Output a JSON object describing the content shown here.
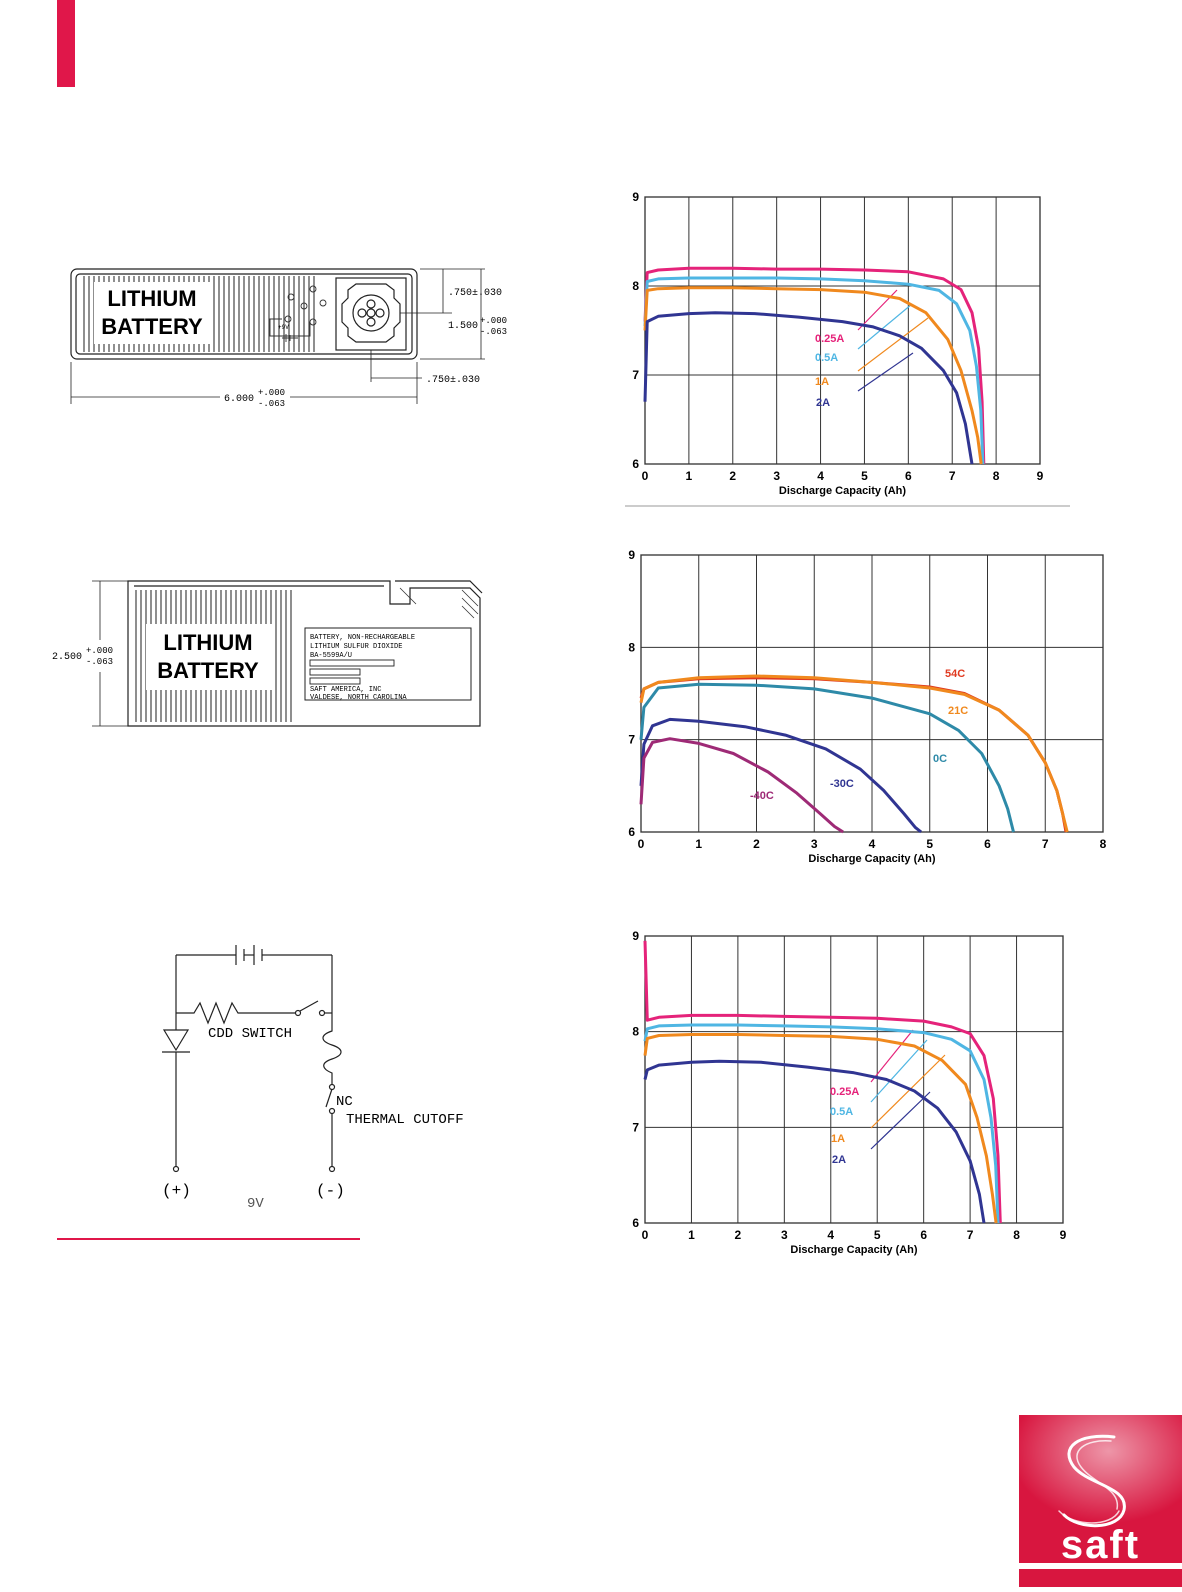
{
  "drawing_top": {
    "label_line1": "LITHIUM",
    "label_line2": "BATTERY",
    "dim_offset": ".750±.030",
    "dim_height_nominal": "1.500",
    "dim_height_tol_plus": "+.000",
    "dim_height_tol_minus": "-.063",
    "dim_connector": ".750±.030",
    "dim_length_nominal": "6.000",
    "dim_length_tol_plus": "+.000",
    "dim_length_tol_minus": "-.063",
    "pin_voltage": "+9V"
  },
  "drawing_side": {
    "label_line1": "LITHIUM",
    "label_line2": "BATTERY",
    "dim_height_nominal": "2.500",
    "dim_height_tol_plus": "+.000",
    "dim_height_tol_minus": "-.063",
    "plate_line1": "BATTERY, NON-RECHARGEABLE",
    "plate_line2": "LITHIUM SULFUR DIOXIDE",
    "plate_line3": "BA-5599A/U",
    "plate_line4": "SAFT AMERICA, INC",
    "plate_line5": "VALDESE, NORTH CAROLINA"
  },
  "schematic": {
    "switch_label": "CDD SWITCH",
    "nc_label": "NC",
    "cutoff_label": "THERMAL CUTOFF",
    "plus_terminal": "(+)",
    "minus_terminal": "(-)",
    "voltage": "9V"
  },
  "brand": {
    "name": "saft",
    "accent": "#e0174a"
  },
  "chart_data": [
    {
      "type": "line",
      "xlabel": "Discharge Capacity (Ah)",
      "xticks": [
        0,
        1,
        2,
        3,
        4,
        5,
        6,
        7,
        8,
        9
      ],
      "yticks": [
        6,
        7,
        8,
        9
      ],
      "xlim": [
        0,
        9
      ],
      "ylim": [
        6,
        9
      ],
      "grid": true,
      "series": [
        {
          "name": "0.25A",
          "color": "#e5237a",
          "x": [
            0,
            0.05,
            0.3,
            1,
            2,
            3,
            4,
            5,
            6,
            6.8,
            7.2,
            7.45,
            7.6,
            7.68,
            7.72
          ],
          "y": [
            7.6,
            8.15,
            8.18,
            8.2,
            8.2,
            8.19,
            8.19,
            8.18,
            8.16,
            8.08,
            7.96,
            7.7,
            7.3,
            6.7,
            6.0
          ]
        },
        {
          "name": "0.5A",
          "color": "#4fb6e3",
          "x": [
            0,
            0.05,
            0.3,
            1,
            2,
            3,
            4,
            5,
            6,
            6.7,
            7.1,
            7.4,
            7.55,
            7.65,
            7.7
          ],
          "y": [
            7.55,
            8.05,
            8.08,
            8.09,
            8.09,
            8.09,
            8.08,
            8.06,
            8.02,
            7.95,
            7.8,
            7.5,
            7.1,
            6.6,
            6.0
          ]
        },
        {
          "name": "1A",
          "color": "#f0891e",
          "x": [
            0,
            0.05,
            0.3,
            1,
            2,
            3,
            4,
            5,
            5.8,
            6.4,
            6.9,
            7.2,
            7.45,
            7.58,
            7.66
          ],
          "y": [
            7.5,
            7.95,
            7.97,
            7.98,
            7.98,
            7.97,
            7.96,
            7.93,
            7.86,
            7.7,
            7.4,
            7.05,
            6.6,
            6.3,
            6.0
          ]
        },
        {
          "name": "2A",
          "color": "#303592",
          "x": [
            0,
            0.05,
            0.3,
            1,
            1.6,
            2.5,
            3.5,
            4.5,
            5.2,
            5.8,
            6.3,
            6.8,
            7.1,
            7.3,
            7.45
          ],
          "y": [
            6.7,
            7.6,
            7.66,
            7.69,
            7.7,
            7.69,
            7.65,
            7.6,
            7.54,
            7.44,
            7.3,
            7.05,
            6.8,
            6.45,
            6.0
          ]
        }
      ]
    },
    {
      "type": "line",
      "xlabel": "Discharge Capacity (Ah)",
      "xticks": [
        0,
        1,
        2,
        3,
        4,
        5,
        6,
        7,
        8
      ],
      "yticks": [
        6,
        7,
        8,
        9
      ],
      "xlim": [
        0,
        8
      ],
      "ylim": [
        6,
        9
      ],
      "grid": true,
      "series": [
        {
          "name": "54C",
          "color": "#e03a20",
          "x": [
            0,
            0.05,
            0.3,
            1,
            2,
            3,
            4,
            5,
            5.6,
            6.2,
            6.7,
            7.0,
            7.2,
            7.3,
            7.36
          ],
          "y": [
            7.45,
            7.55,
            7.62,
            7.66,
            7.67,
            7.66,
            7.62,
            7.57,
            7.5,
            7.32,
            7.05,
            6.75,
            6.45,
            6.2,
            6.0
          ]
        },
        {
          "name": "21C",
          "color": "#f0891e",
          "x": [
            0,
            0.05,
            0.3,
            1,
            2,
            3,
            4,
            5,
            5.6,
            6.2,
            6.7,
            7.0,
            7.2,
            7.3,
            7.38
          ],
          "y": [
            7.4,
            7.55,
            7.62,
            7.67,
            7.69,
            7.67,
            7.62,
            7.56,
            7.49,
            7.32,
            7.05,
            6.75,
            6.45,
            6.2,
            6.0
          ]
        },
        {
          "name": "0C",
          "color": "#2e8aa8",
          "x": [
            0,
            0.05,
            0.3,
            1,
            2,
            3,
            4,
            5,
            5.5,
            5.9,
            6.2,
            6.35,
            6.45
          ],
          "y": [
            7.0,
            7.35,
            7.56,
            7.6,
            7.59,
            7.55,
            7.45,
            7.28,
            7.1,
            6.85,
            6.5,
            6.25,
            6.0
          ]
        },
        {
          "name": "-30C",
          "color": "#303592",
          "x": [
            0,
            0.05,
            0.2,
            0.5,
            1,
            1.8,
            2.5,
            3.2,
            3.8,
            4.2,
            4.55,
            4.75,
            4.85
          ],
          "y": [
            6.5,
            6.95,
            7.15,
            7.22,
            7.2,
            7.14,
            7.05,
            6.9,
            6.68,
            6.45,
            6.2,
            6.05,
            6.0
          ]
        },
        {
          "name": "-40C",
          "color": "#9e2a76",
          "x": [
            0,
            0.05,
            0.2,
            0.5,
            1,
            1.6,
            2.2,
            2.7,
            3.1,
            3.35,
            3.5
          ],
          "y": [
            6.3,
            6.8,
            6.97,
            7.01,
            6.96,
            6.85,
            6.65,
            6.42,
            6.2,
            6.06,
            6.0
          ]
        }
      ]
    },
    {
      "type": "line",
      "xlabel": "Discharge Capacity (Ah)",
      "xticks": [
        0,
        1,
        2,
        3,
        4,
        5,
        6,
        7,
        8,
        9
      ],
      "yticks": [
        6,
        7,
        8,
        9
      ],
      "xlim": [
        0,
        9
      ],
      "ylim": [
        6,
        9
      ],
      "grid": true,
      "series": [
        {
          "name": "0.25A",
          "color": "#e5237a",
          "x": [
            0,
            0.05,
            0.3,
            1,
            2,
            3,
            4,
            5,
            6,
            6.6,
            7.0,
            7.3,
            7.5,
            7.6,
            7.65
          ],
          "y": [
            8.95,
            8.12,
            8.15,
            8.17,
            8.17,
            8.16,
            8.15,
            8.14,
            8.11,
            8.05,
            7.98,
            7.75,
            7.3,
            6.7,
            6.0
          ]
        },
        {
          "name": "0.5A",
          "color": "#4fb6e3",
          "x": [
            0,
            0.05,
            0.3,
            1,
            2,
            3,
            4,
            5,
            6,
            6.6,
            7.0,
            7.3,
            7.45,
            7.55,
            7.6
          ],
          "y": [
            7.9,
            8.03,
            8.06,
            8.07,
            8.07,
            8.06,
            8.05,
            8.03,
            7.99,
            7.92,
            7.8,
            7.5,
            7.1,
            6.6,
            6.0
          ]
        },
        {
          "name": "1A",
          "color": "#f0891e",
          "x": [
            0,
            0.05,
            0.3,
            1,
            2,
            3,
            4,
            5,
            5.8,
            6.4,
            6.9,
            7.15,
            7.35,
            7.48,
            7.56
          ],
          "y": [
            7.75,
            7.93,
            7.96,
            7.97,
            7.97,
            7.96,
            7.95,
            7.92,
            7.85,
            7.7,
            7.45,
            7.1,
            6.7,
            6.3,
            6.0
          ]
        },
        {
          "name": "2A",
          "color": "#303592",
          "x": [
            0,
            0.05,
            0.3,
            1,
            1.6,
            2.5,
            3.5,
            4.5,
            5.2,
            5.8,
            6.3,
            6.7,
            7.0,
            7.2,
            7.3
          ],
          "y": [
            7.5,
            7.6,
            7.65,
            7.68,
            7.69,
            7.68,
            7.63,
            7.57,
            7.5,
            7.38,
            7.2,
            6.95,
            6.65,
            6.3,
            6.0
          ]
        }
      ]
    }
  ]
}
